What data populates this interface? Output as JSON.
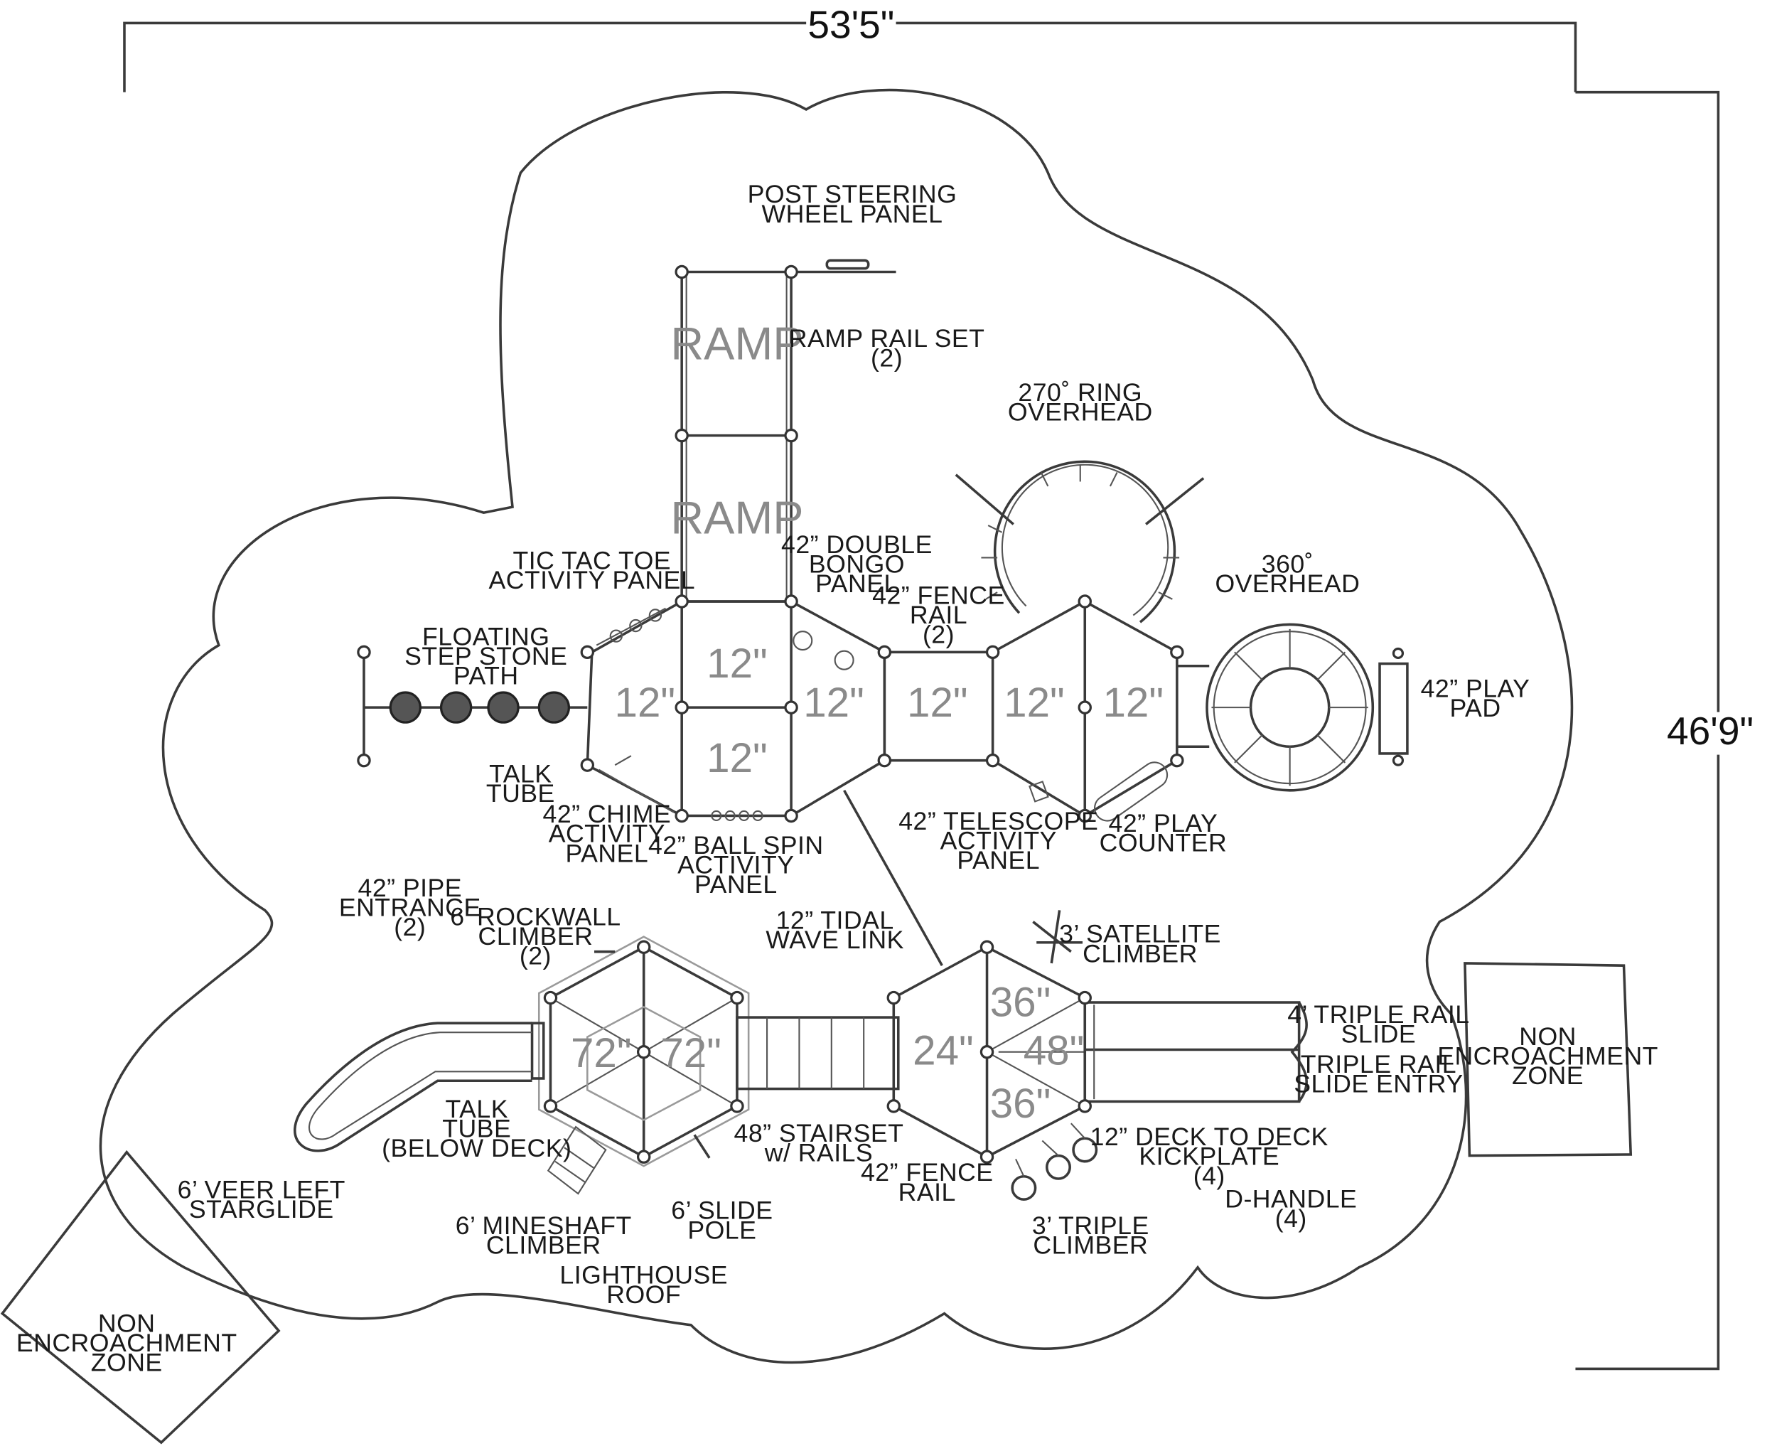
{
  "dimensions": {
    "width": "53'5\"",
    "height": "46'9\""
  },
  "decks": {
    "ramp_top": "RAMP",
    "ramp_bottom": "RAMP",
    "d12_left": "12\"",
    "d12_center_top": "12\"",
    "d12_center_bottom": "12\"",
    "d12_center_right": "12\"",
    "d12_bridge": "12\"",
    "d12_right_a": "12\"",
    "d12_right_b": "12\"",
    "d72_left": "72\"",
    "d72_right": "72\"",
    "d24": "24\"",
    "d36_top": "36\"",
    "d48": "48\"",
    "d36_bottom": "36\""
  },
  "labels": {
    "post_steering": [
      "POST STEERING",
      "WHEEL PANEL"
    ],
    "ramp_rail": [
      "RAMP RAIL SET",
      "(2)"
    ],
    "ring_270": [
      "270˚ RING",
      "OVERHEAD"
    ],
    "tic_tac_toe": [
      "TIC TAC TOE",
      "ACTIVITY PANEL"
    ],
    "double_bongo": [
      "42” DOUBLE",
      "BONGO",
      "PANEL"
    ],
    "fence_rail_top": [
      "42” FENCE",
      "RAIL",
      "(2)"
    ],
    "overhead_360": [
      "360˚",
      "OVERHEAD"
    ],
    "floating_step": [
      "FLOATING",
      "STEP STONE",
      "PATH"
    ],
    "play_pad": [
      "42” PLAY",
      "PAD"
    ],
    "talk_tube": [
      "TALK",
      "TUBE"
    ],
    "chime_panel": [
      "42” CHIME",
      "ACTIVITY",
      "PANEL"
    ],
    "ball_spin": [
      "42” BALL SPIN",
      "ACTIVITY",
      "PANEL"
    ],
    "telescope": [
      "42” TELESCOPE",
      "ACTIVITY",
      "PANEL"
    ],
    "play_counter": [
      "42” PLAY",
      "COUNTER"
    ],
    "pipe_entrance": [
      "42” PIPE",
      "ENTRANCE",
      "(2)"
    ],
    "rockwall": [
      "6’ ROCKWALL",
      "CLIMBER",
      "(2)"
    ],
    "tidal_wave": [
      "12” TIDAL",
      "WAVE LINK"
    ],
    "satellite": [
      "3’ SATELLITE",
      "CLIMBER"
    ],
    "triple_rail_slide": [
      "4’ TRIPLE RAIL",
      "SLIDE"
    ],
    "triple_rail_entry": [
      "TRIPLE RAIL",
      "SLIDE ENTRY"
    ],
    "talk_tube_below": [
      "TALK",
      "TUBE",
      "(BELOW DECK)"
    ],
    "stairset": [
      "48” STAIRSET",
      "w/ RAILS"
    ],
    "deck_kickplate": [
      "12” DECK TO DECK",
      "KICKPLATE",
      "(4)"
    ],
    "fence_rail_bottom": [
      "42” FENCE",
      "RAIL"
    ],
    "veer_left": [
      "6’ VEER LEFT",
      "STARGLIDE"
    ],
    "mineshaft": [
      "6’ MINESHAFT",
      "CLIMBER"
    ],
    "slide_pole": [
      "6’ SLIDE",
      "POLE"
    ],
    "d_handle": [
      "D-HANDLE",
      "(4)"
    ],
    "triple_climber": [
      "3’ TRIPLE",
      "CLIMBER"
    ],
    "lighthouse": [
      "LIGHTHOUSE",
      "ROOF"
    ],
    "non_encroach_right": [
      "NON",
      "ENCROACHMENT",
      "ZONE"
    ],
    "non_encroach_left": [
      "NON",
      "ENCROACHMENT",
      "ZONE"
    ]
  }
}
